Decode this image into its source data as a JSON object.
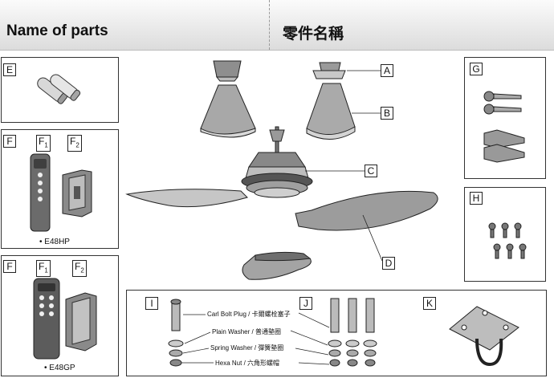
{
  "header": {
    "title_en": "Name of parts",
    "title_zh": "零件名稱"
  },
  "panels": {
    "E": {
      "label": "E"
    },
    "F_hp": {
      "label": "F",
      "sub1": "1",
      "sub2": "2",
      "model": "• E48HP"
    },
    "F_gp": {
      "label": "F",
      "sub1": "1",
      "sub2": "2",
      "model": "• E48GP"
    },
    "G": {
      "label": "G"
    },
    "H": {
      "label": "H"
    },
    "I": {
      "label": "I"
    },
    "J": {
      "label": "J"
    },
    "K": {
      "label": "K"
    }
  },
  "callouts": {
    "A": "A",
    "B": "B",
    "C": "C",
    "D": "D"
  },
  "hardware_notes": {
    "carl_bolt_plug": "Carl Bolt Plug / 卡爾螺栓塞子",
    "plain_washer": "Plain Washer / 普通墊圈",
    "spring_washer": "Spring Washer / 彈簧墊圈",
    "hexa_nut": "Hexa Nut / 六角形螺帽"
  }
}
